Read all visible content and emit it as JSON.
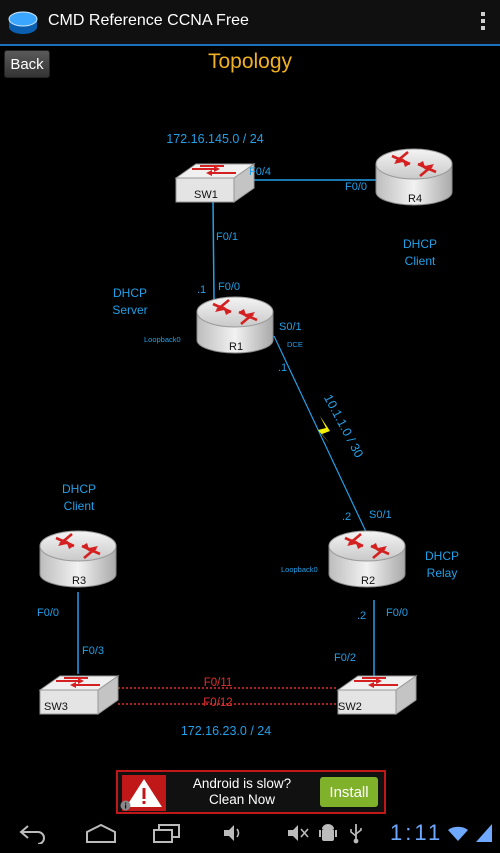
{
  "app": {
    "title": "CMD Reference CCNA Free"
  },
  "nav": {
    "back_label": "Back"
  },
  "page": {
    "title": "Topology"
  },
  "topology": {
    "subnet_top": "172.16.145.0 / 24",
    "subnet_bottom": "172.16.23.0 / 24",
    "serial_link": "10.1.1.0 / 30",
    "devices": {
      "sw1": "SW1",
      "r4": "R4",
      "r1": "R1",
      "r2": "R2",
      "r3": "R3",
      "sw3": "SW3",
      "sw2": "SW2"
    },
    "roles": {
      "r1_line1": "DHCP",
      "r1_line2": "Server",
      "r4_line1": "DHCP",
      "r4_line2": "Client",
      "r3_line1": "DHCP",
      "r3_line2": "Client",
      "r2_line1": "DHCP",
      "r2_line2": "Relay"
    },
    "interfaces": {
      "sw1_f04": "F0/4",
      "r4_f00": "F0/0",
      "sw1_f01": "F0/1",
      "r1_dot1": ".1",
      "r1_f00": "F0/0",
      "r1_s01": "S0/1",
      "r1_dce": "DCE",
      "r1_serial_dot1": ".1",
      "r1_loopback": "Loopback0",
      "r2_dot2": ".2",
      "r2_s01": "S0/1",
      "r2_loopback": "Loopback0",
      "r2_f00_dot2": ".2",
      "r2_f00": "F0/0",
      "r3_f00": "F0/0",
      "sw3_f03": "F0/3",
      "sw2_f02": "F0/2",
      "sw_f011": "F0/11",
      "sw_f012": "F0/12"
    }
  },
  "ad": {
    "line1": "Android is slow?",
    "line2": "Clean Now",
    "install_label": "Install"
  },
  "status": {
    "time": "1:11"
  },
  "colors": {
    "accent": "#22a0e8",
    "title": "#f0b020",
    "link_red": "#e23030",
    "serial": "#f5f000",
    "install": "#7fb12b"
  }
}
